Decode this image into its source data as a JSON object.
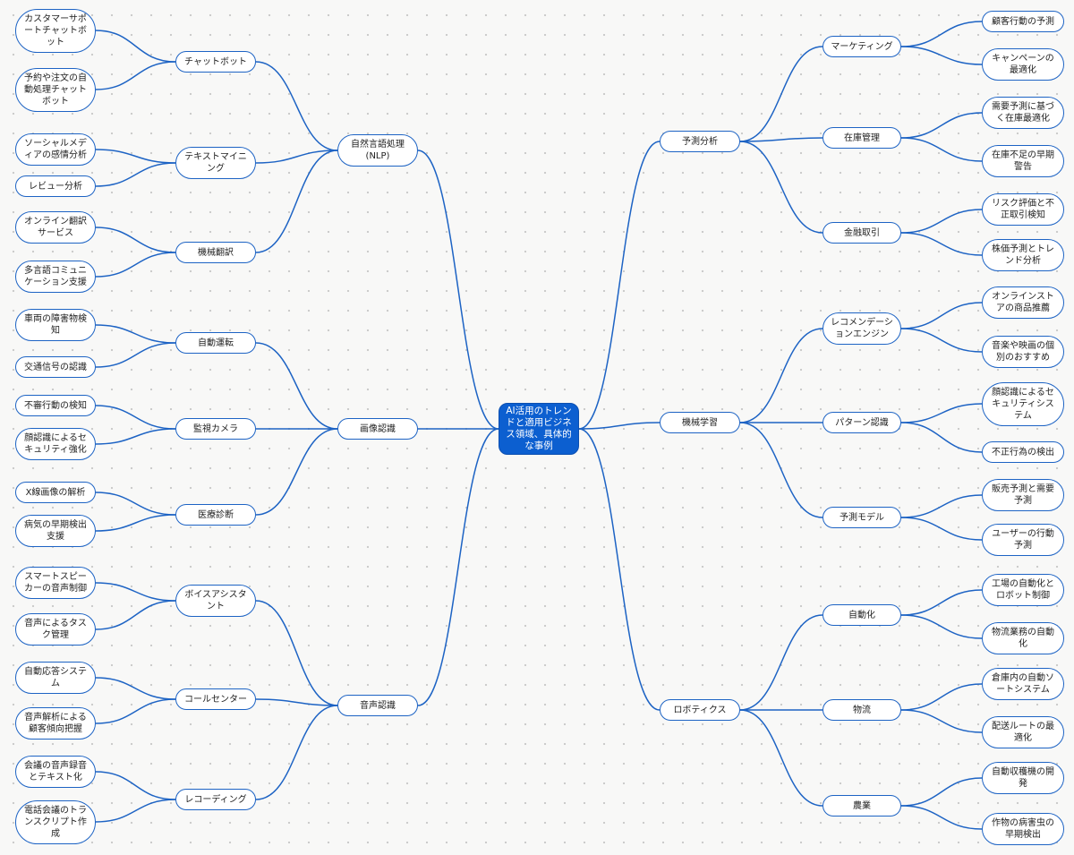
{
  "mindmap": {
    "root": "AI活用のトレンドと適用ビジネス領域、具体的な事例",
    "left": [
      {
        "label": "自然言語処理(NLP)",
        "children": [
          {
            "label": "チャットボット",
            "children": [
              "カスタマーサポートチャットボット",
              "予約や注文の自動処理チャットボット"
            ]
          },
          {
            "label": "テキストマイニング",
            "children": [
              "ソーシャルメディアの感情分析",
              "レビュー分析"
            ]
          },
          {
            "label": "機械翻訳",
            "children": [
              "オンライン翻訳サービス",
              "多言語コミュニケーション支援"
            ]
          }
        ]
      },
      {
        "label": "画像認識",
        "children": [
          {
            "label": "自動運転",
            "children": [
              "車両の障害物検知",
              "交通信号の認識"
            ]
          },
          {
            "label": "監視カメラ",
            "children": [
              "不審行動の検知",
              "顔認識によるセキュリティ強化"
            ]
          },
          {
            "label": "医療診断",
            "children": [
              "X線画像の解析",
              "病気の早期検出支援"
            ]
          }
        ]
      },
      {
        "label": "音声認識",
        "children": [
          {
            "label": "ボイスアシスタント",
            "children": [
              "スマートスピーカーの音声制御",
              "音声によるタスク管理"
            ]
          },
          {
            "label": "コールセンター",
            "children": [
              "自動応答システム",
              "音声解析による顧客傾向把握"
            ]
          },
          {
            "label": "レコーディング",
            "children": [
              "会議の音声録音とテキスト化",
              "電話会議のトランスクリプト作成"
            ]
          }
        ]
      }
    ],
    "right": [
      {
        "label": "予測分析",
        "children": [
          {
            "label": "マーケティング",
            "children": [
              "顧客行動の予測",
              "キャンペーンの最適化"
            ]
          },
          {
            "label": "在庫管理",
            "children": [
              "需要予測に基づく在庫最適化",
              "在庫不足の早期警告"
            ]
          },
          {
            "label": "金融取引",
            "children": [
              "リスク評価と不正取引検知",
              "株価予測とトレンド分析"
            ]
          }
        ]
      },
      {
        "label": "機械学習",
        "children": [
          {
            "label": "レコメンデーションエンジン",
            "children": [
              "オンラインストアの商品推薦",
              "音楽や映画の個別のおすすめ"
            ]
          },
          {
            "label": "パターン認識",
            "children": [
              "顔認識によるセキュリティシステム",
              "不正行為の検出"
            ]
          },
          {
            "label": "予測モデル",
            "children": [
              "販売予測と需要予測",
              "ユーザーの行動予測"
            ]
          }
        ]
      },
      {
        "label": "ロボティクス",
        "children": [
          {
            "label": "自動化",
            "children": [
              "工場の自動化とロボット制御",
              "物流業務の自動化"
            ]
          },
          {
            "label": "物流",
            "children": [
              "倉庫内の自動ソートシステム",
              "配送ルートの最適化"
            ]
          },
          {
            "label": "農業",
            "children": [
              "自動収穫機の開発",
              "作物の病害虫の早期検出"
            ]
          }
        ]
      }
    ]
  },
  "colors": {
    "line": "#1d63c4",
    "root_fill": "#0c5fd0",
    "node_border": "#1d63c4",
    "node_fill": "#ffffff",
    "text": "#222222",
    "background": "#f8f8f7"
  }
}
